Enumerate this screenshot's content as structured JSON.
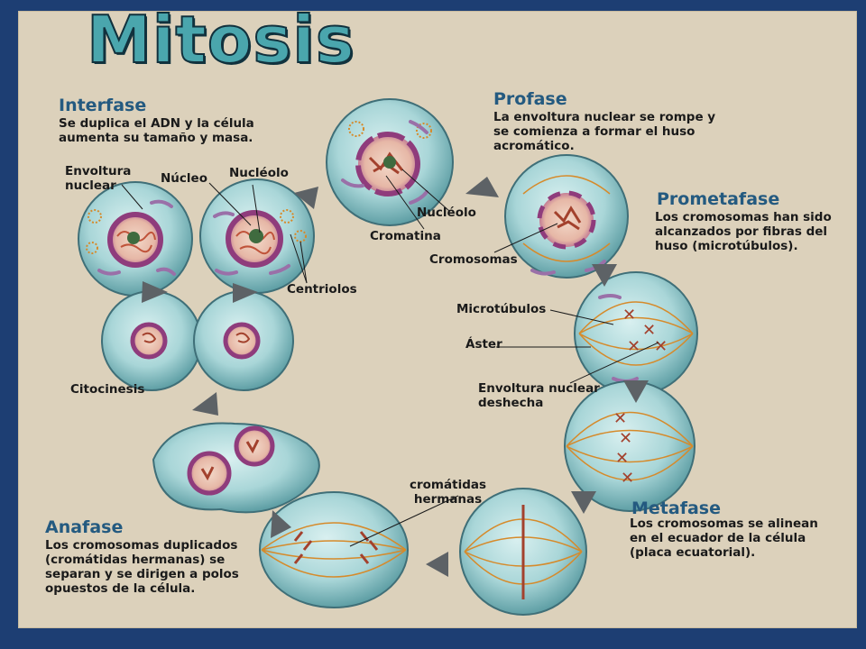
{
  "title": "Mitosis",
  "interfase": {
    "heading": "Interfase",
    "text": "Se duplica el ADN y  la célula\n aumenta su tamaño y masa."
  },
  "profase": {
    "heading": "Profase",
    "text": "La envoltura nuclear se rompe y\nse comienza a formar el huso\nacromático."
  },
  "prometafase": {
    "heading": "Prometafase",
    "text": "Los cromosomas han sido\nalcanzados por fibras del\nhuso (microtúbulos)."
  },
  "metafase": {
    "heading": "Metafase",
    "text": "Los cromosomas se alinean\nen el ecuador de la célula\n(placa ecuatorial)."
  },
  "anafase": {
    "heading": "Anafase",
    "text": "Los cromosomas duplicados\n(cromátidas hermanas) se\nseparan y se dirigen a polos\nopuestos de la célula."
  },
  "labels": {
    "envoltura_nuclear": "Envoltura\nnuclear",
    "nucleo": "Núcleo",
    "nucleolo_interfase": "Nucléolo",
    "centriolos": "Centriolos",
    "nucleolo_profase": "Nucléolo",
    "cromatina": "Cromatina",
    "cromosomas": "Cromosomas",
    "microtubulos": "Microtúbulos",
    "aster": "Áster",
    "envoltura_deshecha": "Envoltura nuclear\ndeshecha",
    "citocinesis": "Citocinesis",
    "cromatidas_hermanas": "cromátidas\nhermanas"
  }
}
